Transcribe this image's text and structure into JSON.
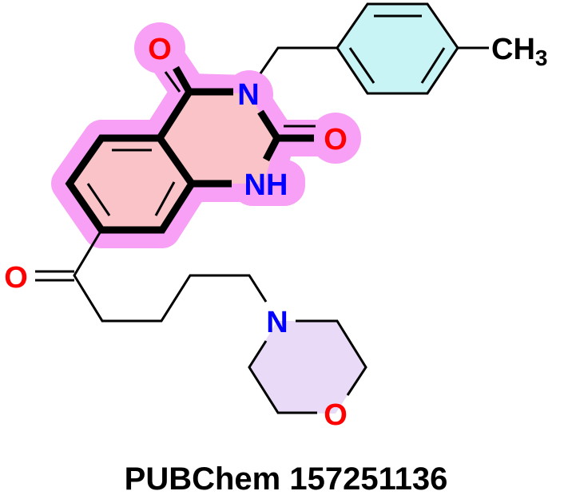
{
  "caption": "PUBChem 157251136",
  "atoms": {
    "o_carbonyl4": "O",
    "n3": "N",
    "o_carbonyl2": "O",
    "nh1": "NH",
    "ch3": "CH",
    "ch3_sub": "3",
    "o_ketone": "O",
    "n_morpholine": "N",
    "o_morpholine": "O"
  },
  "colors": {
    "highlight": "#f7a0f5",
    "core_fill": "#f9c3c7",
    "tolyl_fill": "#c8f4f6",
    "morpholine_fill": "#e9dbf7",
    "oxygen": "#ff0000",
    "nitrogen": "#0000ff"
  }
}
